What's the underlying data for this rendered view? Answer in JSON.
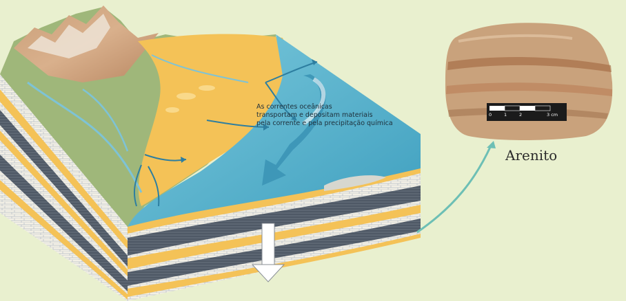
{
  "annotation": {
    "line1": "As correntes oceânicas",
    "line2": "transportam e depositam materiais",
    "line3": "pela corrente e pela precipitação química"
  },
  "caption": "Arenito",
  "scale": {
    "labels": [
      "0",
      "1",
      "2",
      "3 cm"
    ]
  },
  "colors": {
    "background": "#e9f0cf",
    "ocean": "#5fb3cc",
    "sand": "#f4c257",
    "dark_layer": "#4b5561",
    "arrow": "#3d96b6",
    "pointer": "#6dbfb5"
  }
}
